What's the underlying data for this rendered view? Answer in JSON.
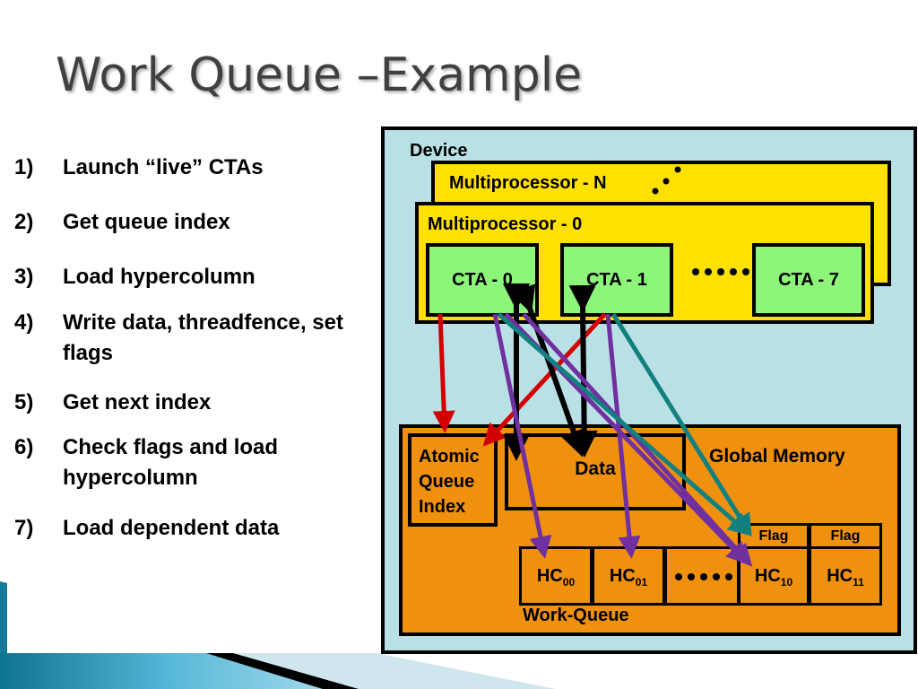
{
  "slide": {
    "title": "Work Queue –Example"
  },
  "steps": [
    {
      "num": "1)",
      "text": "Launch “live” CTAs"
    },
    {
      "num": "2)",
      "text": "Get queue index"
    },
    {
      "num": "3)",
      "text": "Load hypercolumn"
    },
    {
      "num": "4)",
      "text": "Write data, threadfence, set flags"
    },
    {
      "num": "5)",
      "text": "Get next index"
    },
    {
      "num": "6)",
      "text": "Check flags and load hypercolumn"
    },
    {
      "num": "7)",
      "text": "Load dependent data"
    }
  ],
  "diagram": {
    "device_label": "Device",
    "mp_n_label": "Multiprocessor - N",
    "mp_0_label": "Multiprocessor - 0",
    "cta0": "CTA - 0",
    "cta1": "CTA - 1",
    "cta7": "CTA - 7",
    "atomic_label": "Atomic Queue Index",
    "data_label": "Data",
    "global_memory_label": "Global Memory",
    "flag1": "Flag",
    "flag2": "Flag",
    "hc_prefix": "HC",
    "hc00_sub": "00",
    "hc01_sub": "01",
    "hc10_sub": "10",
    "hc11_sub": "11",
    "work_queue_label": "Work-Queue",
    "colors": {
      "device": "#b9e0e4",
      "multiprocessor": "#ffe100",
      "cta": "#8cf57a",
      "memory": "#f0900f",
      "arrow_red": "#d40000",
      "arrow_purple": "#7030a0",
      "arrow_teal": "#138080",
      "arrow_black": "#000000"
    }
  }
}
